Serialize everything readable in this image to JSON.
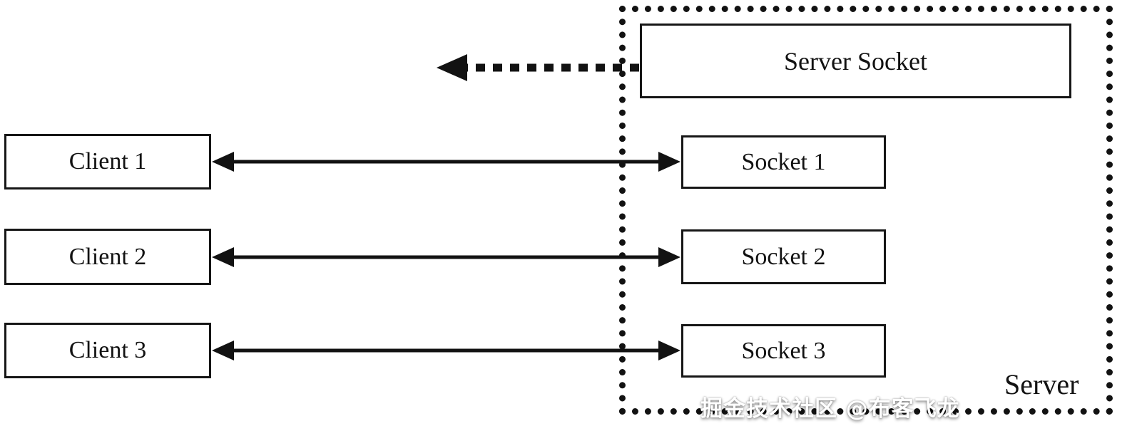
{
  "diagram": {
    "server_socket": {
      "label": "Server Socket"
    },
    "server": {
      "label": "Server"
    },
    "clients": [
      {
        "label": "Client 1"
      },
      {
        "label": "Client 2"
      },
      {
        "label": "Client 3"
      }
    ],
    "sockets": [
      {
        "label": "Socket 1"
      },
      {
        "label": "Socket 2"
      },
      {
        "label": "Socket 3"
      }
    ],
    "watermark": "掘金技术社区 @布客飞龙",
    "colors": {
      "line": "#121212",
      "background": "#ffffff",
      "watermark_text": "#ffffff"
    }
  }
}
